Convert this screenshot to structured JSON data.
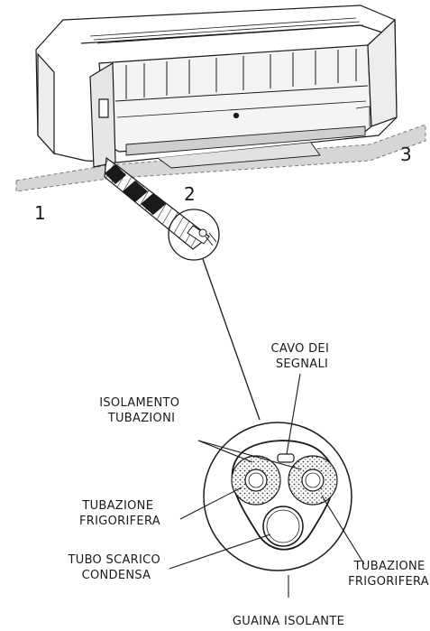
{
  "callouts": {
    "wall_left": "1",
    "wrapping": "2",
    "wall_right": "3"
  },
  "labels": {
    "signal_cable": [
      "CAVO DEI",
      "SEGNALI"
    ],
    "pipe_insulation": [
      "ISOLAMENTO",
      "TUBAZIONI"
    ],
    "refrigerant_pipe_left": [
      "TUBAZIONE",
      "FRIGORIFERA"
    ],
    "condensate_drain": [
      "TUBO SCARICO",
      "CONDENSA"
    ],
    "refrigerant_pipe_right": [
      "TUBAZIONE",
      "FRIGORIFERA"
    ],
    "insulating_sheath": "GUAINA ISOLANTE"
  }
}
